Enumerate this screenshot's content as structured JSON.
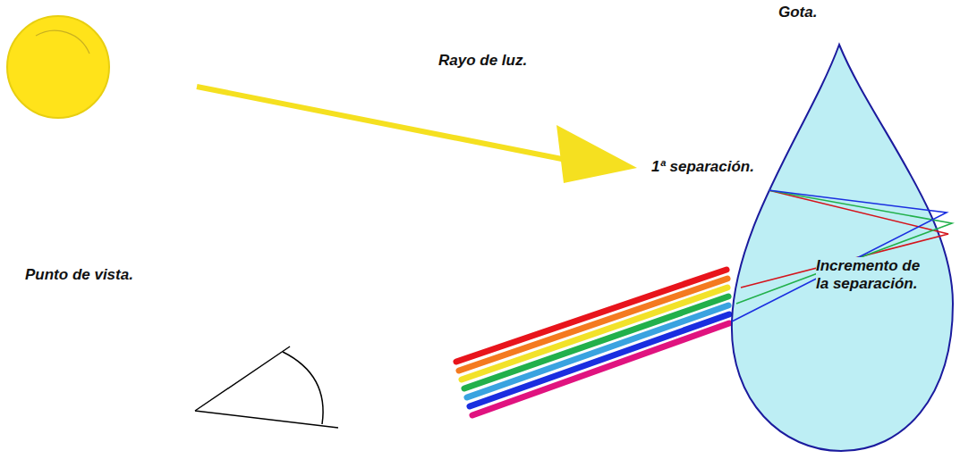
{
  "diagram": {
    "nodes": [
      {
        "text": [
          "Gota.",
          "Incremento de la separación."
        ]
      }
    ],
    "labels": [
      "Rayo de luz.",
      "1ª separación.",
      "Punto de vista."
    ]
  }
}
